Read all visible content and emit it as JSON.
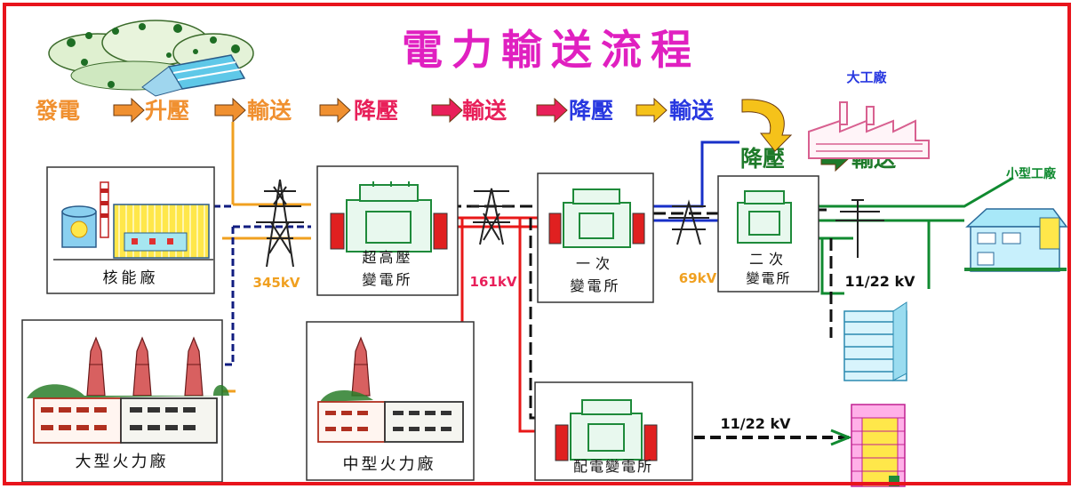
{
  "title": "電力輸送流程",
  "steps": {
    "generate": "發電",
    "stepup": "升壓",
    "transmit1": "輸送",
    "stepdown1": "降壓",
    "transmit2": "輸送",
    "stepdown2": "降壓",
    "transmit3": "輸送",
    "stepdown3": "降壓",
    "transmit4": "輸送"
  },
  "plants": {
    "nuclear": "核能廠",
    "large_thermal": "大型火力廠",
    "medium_thermal": "中型火力廠"
  },
  "substations": {
    "ultra_high": [
      "超高壓",
      "變電所"
    ],
    "primary": [
      "一次",
      "變電所"
    ],
    "secondary": [
      "二次",
      "變電所"
    ],
    "distribution": "配電變電所"
  },
  "voltages": {
    "v345": "345kV",
    "v161": "161kV",
    "v69": "69kV",
    "v1122_top": "11/22 kV",
    "v1122_bottom": "11/22 kV"
  },
  "consumers": {
    "large_factory": "大工廠",
    "small_factory": "小型工廠"
  },
  "colors": {
    "frame": "#e8141c",
    "title": "#e020c0",
    "step_orange": "#f09030",
    "step_red": "#e8205a",
    "step_blue": "#2838e0",
    "step_green": "#1e7a2a",
    "line_orange": "#f0a020",
    "line_red": "#e81818",
    "line_blue": "#1830c8",
    "line_green": "#108a30",
    "line_navy": "#101c80"
  }
}
